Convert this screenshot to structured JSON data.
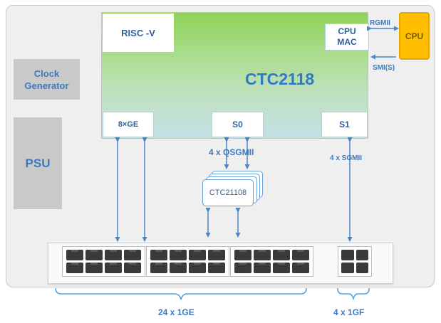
{
  "sidebar": {
    "clock_generator": "Clock\nGenerator",
    "psu": "PSU"
  },
  "chip": {
    "name": "CTC2118",
    "risc": "RISC -V",
    "cpu_mac": "CPU\nMAC",
    "port_8ge": "8×GE",
    "port_s0": "S0",
    "port_s1": "S1"
  },
  "cpu": {
    "label": "CPU",
    "rgmii": "RGMII",
    "smi": "SMI(S)"
  },
  "links": {
    "qsgmii": "4 x QSGMII",
    "sgmii": "4 x SGMII"
  },
  "phy": {
    "label": "CTC21108"
  },
  "ports": {
    "ge_label": "24 x 1GE",
    "gf_label": "4 x 1GF"
  },
  "colors": {
    "accent_blue": "#3d7ac0",
    "cpu_yellow": "#ffbf00",
    "chip_green": "#8fd257",
    "chip_teal": "#c3e0e6",
    "box_gray": "#c9c9c9"
  }
}
